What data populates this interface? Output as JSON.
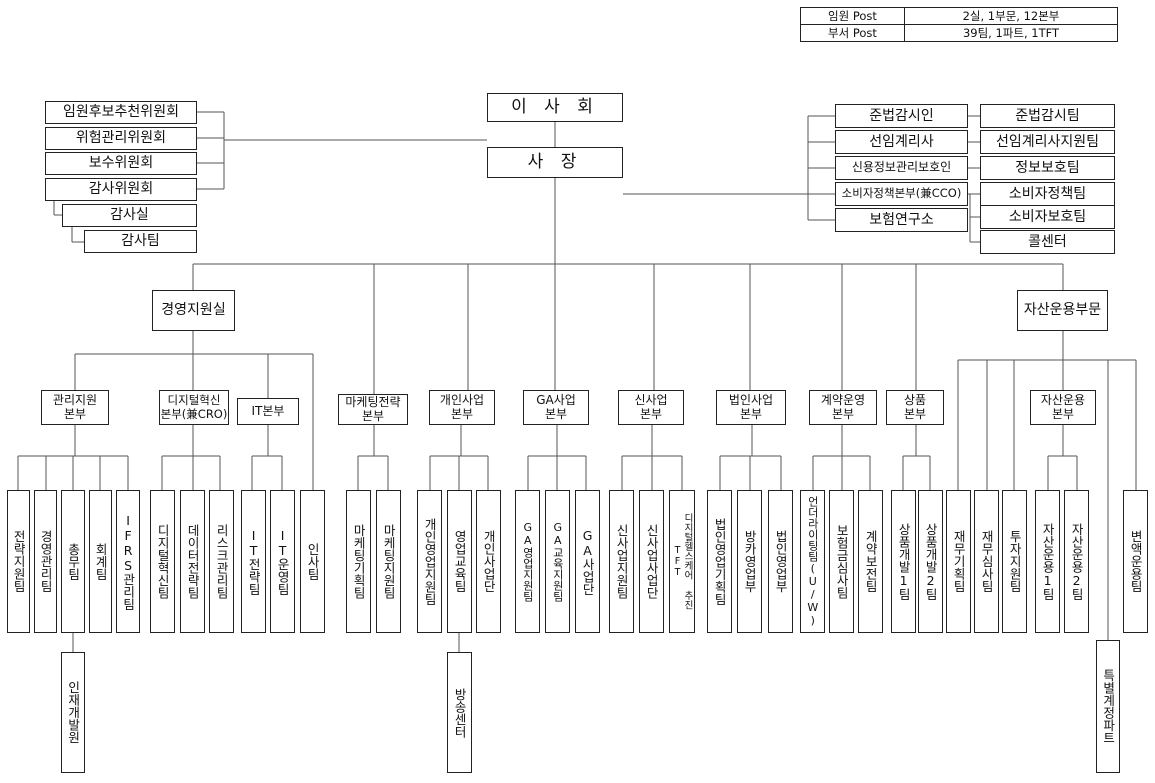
{
  "legend": [
    {
      "label": "임원 Post",
      "value": "2실, 1부문, 12본부"
    },
    {
      "label": "부서 Post",
      "value": "39팀, 1파트, 1TFT"
    }
  ],
  "top": {
    "board": "이 사 회",
    "ceo": "사 장"
  },
  "committees": [
    "임원후보추천위원회",
    "위험관리위원회",
    "보수위원회",
    "감사위원회"
  ],
  "audit": {
    "office": "감사실",
    "team": "감사팀"
  },
  "compliance": {
    "left": [
      "준법감시인",
      "선임계리사",
      "신용정보관리보호인",
      "소비자정책본부(兼CCO)",
      "보험연구소"
    ],
    "right": [
      "준법감시팀",
      "선임계리사지원팀",
      "정보보호팀",
      "소비자정책팀",
      "소비자보호팀",
      "콜센터"
    ]
  },
  "divisions": {
    "management": "경영지원실",
    "asset": "자산운용부문"
  },
  "hq": [
    "관리지원\n본부",
    "디지털혁신\n본부(兼CRO)",
    "IT본부",
    "마케팅전략\n본부",
    "개인사업\n본부",
    "GA사업\n본부",
    "신사업\n본부",
    "법인사업\n본부",
    "계약운영\n본부",
    "상품\n본부",
    "자산운용\n본부"
  ],
  "teams": [
    "전략지원팀",
    "경영관리팀",
    "총무팀",
    "회계팀",
    "IFRS관리팀",
    "디지털혁신팀",
    "데이터전략팀",
    "리스크관리팀",
    "IT전략팀",
    "IT운영팀",
    "인사팀",
    "마케팅기획팀",
    "마케팅지원팀",
    "개인영업지원팀",
    "영업교육팀",
    "개인사업단",
    "GA영업지원팀",
    "GA교육지원팀",
    "GA사업단",
    "신사업지원팀",
    "신사업사업단",
    "디지털헬스케어 추진 TFT",
    "법인영업기획팀",
    "방카영업부",
    "법인영업부",
    "언더라이팅팀(U/W)",
    "보험금심사팀",
    "계약보전팀",
    "상품개발1팀",
    "상품개발2팀",
    "재무기획팀",
    "재무심사팀",
    "투자지원팀",
    "자산운용1팀",
    "자산운용2팀",
    "변액운용팀"
  ],
  "subunits": {
    "hr_center": "인재개발원",
    "broadcast": "방송센터",
    "special_account": "특별계정파트"
  }
}
